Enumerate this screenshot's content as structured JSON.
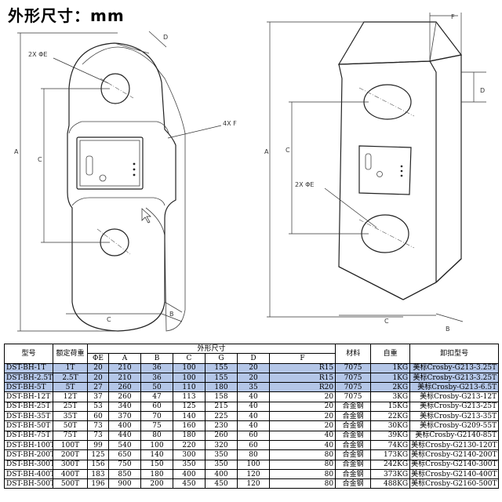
{
  "title": "外形尺寸：mm",
  "left_view": {
    "labels": {
      "A": "A",
      "B": "B",
      "C": "C",
      "D": "D",
      "hole": "2X ΦE",
      "fillet": "4X F"
    }
  },
  "right_view": {
    "labels": {
      "A": "A",
      "B": "B",
      "C": "C",
      "D": "D",
      "F": "F",
      "hole": "2X ΦE"
    }
  },
  "table": {
    "headers": {
      "model": "型号",
      "rated_load": "额定荷重",
      "dims_group": "外形尺寸",
      "dims": [
        "ΦE",
        "A",
        "B",
        "C",
        "G",
        "D",
        "F"
      ],
      "material": "材料",
      "weight": "自重",
      "shackle": "卸扣型号"
    },
    "rows": [
      {
        "model": "DST-BH-1T",
        "load": "1T",
        "E": "20",
        "A": "210",
        "B": "36",
        "C": "100",
        "G": "155",
        "D": "20",
        "F": "R15",
        "material": "7075",
        "weight": "1KG",
        "shackle": "美标Crosby-G213-3.25T",
        "hl": true
      },
      {
        "model": "DST-BH-2.5T",
        "load": "2.5T",
        "E": "20",
        "A": "210",
        "B": "36",
        "C": "100",
        "G": "155",
        "D": "20",
        "F": "R15",
        "material": "7075",
        "weight": "1KG",
        "shackle": "美标Crosby-G213-3.25T",
        "hl": true
      },
      {
        "model": "DST-BH-5T",
        "load": "5T",
        "E": "27",
        "A": "260",
        "B": "50",
        "C": "110",
        "G": "180",
        "D": "35",
        "F": "R20",
        "material": "7075",
        "weight": "2KG",
        "shackle": "美标Crosby-G213-6.5T",
        "hl": true
      },
      {
        "model": "DST-BH-12T",
        "load": "12T",
        "E": "37",
        "A": "260",
        "B": "47",
        "C": "113",
        "G": "158",
        "D": "40",
        "F": "20",
        "material": "7075",
        "weight": "3KG",
        "shackle": "美标Crosby-G213-12T",
        "hl": false
      },
      {
        "model": "DST-BH-25T",
        "load": "25T",
        "E": "53",
        "A": "340",
        "B": "60",
        "C": "125",
        "G": "215",
        "D": "40",
        "F": "20",
        "material": "合金钢",
        "weight": "15KG",
        "shackle": "美标Crosby-G213-25T",
        "hl": false
      },
      {
        "model": "DST-BH-35T",
        "load": "35T",
        "E": "60",
        "A": "370",
        "B": "70",
        "C": "140",
        "G": "225",
        "D": "40",
        "F": "20",
        "material": "合金钢",
        "weight": "22KG",
        "shackle": "美标Crosby-G213-35T",
        "hl": false
      },
      {
        "model": "DST-BH-50T",
        "load": "50T",
        "E": "73",
        "A": "400",
        "B": "75",
        "C": "160",
        "G": "230",
        "D": "40",
        "F": "20",
        "material": "合金钢",
        "weight": "30KG",
        "shackle": "美标Crosby-G209-55T",
        "hl": false
      },
      {
        "model": "DST-BH-75T",
        "load": "75T",
        "E": "73",
        "A": "440",
        "B": "80",
        "C": "180",
        "G": "260",
        "D": "60",
        "F": "40",
        "material": "合金钢",
        "weight": "39KG",
        "shackle": "美标Crosby-G2140-85T",
        "hl": false
      },
      {
        "model": "DST-BH-100T",
        "load": "100T",
        "E": "99",
        "A": "540",
        "B": "100",
        "C": "220",
        "G": "320",
        "D": "60",
        "F": "40",
        "material": "合金钢",
        "weight": "74KG",
        "shackle": "美标Crosby-G2130-120T",
        "hl": false
      },
      {
        "model": "DST-BH-200T",
        "load": "200T",
        "E": "125",
        "A": "650",
        "B": "140",
        "C": "300",
        "G": "350",
        "D": "80",
        "F": "80",
        "material": "合金钢",
        "weight": "173KG",
        "shackle": "美标Crosby-G2140-200T",
        "hl": false
      },
      {
        "model": "DST-BH-300T",
        "load": "300T",
        "E": "156",
        "A": "750",
        "B": "150",
        "C": "350",
        "G": "350",
        "D": "100",
        "F": "80",
        "material": "合金钢",
        "weight": "242KG",
        "shackle": "美标Crosby-G2140-300T",
        "hl": false
      },
      {
        "model": "DST-BH-400T",
        "load": "400T",
        "E": "183",
        "A": "850",
        "B": "180",
        "C": "400",
        "G": "400",
        "D": "120",
        "F": "80",
        "material": "合金钢",
        "weight": "373KG",
        "shackle": "美标Crosby-G2140-400T",
        "hl": false
      },
      {
        "model": "DST-BH-500T",
        "load": "500T",
        "E": "196",
        "A": "900",
        "B": "200",
        "C": "450",
        "G": "450",
        "D": "120",
        "F": "80",
        "material": "合金钢",
        "weight": "488KG",
        "shackle": "美标Crosby-G2160-500T",
        "hl": false
      }
    ]
  }
}
